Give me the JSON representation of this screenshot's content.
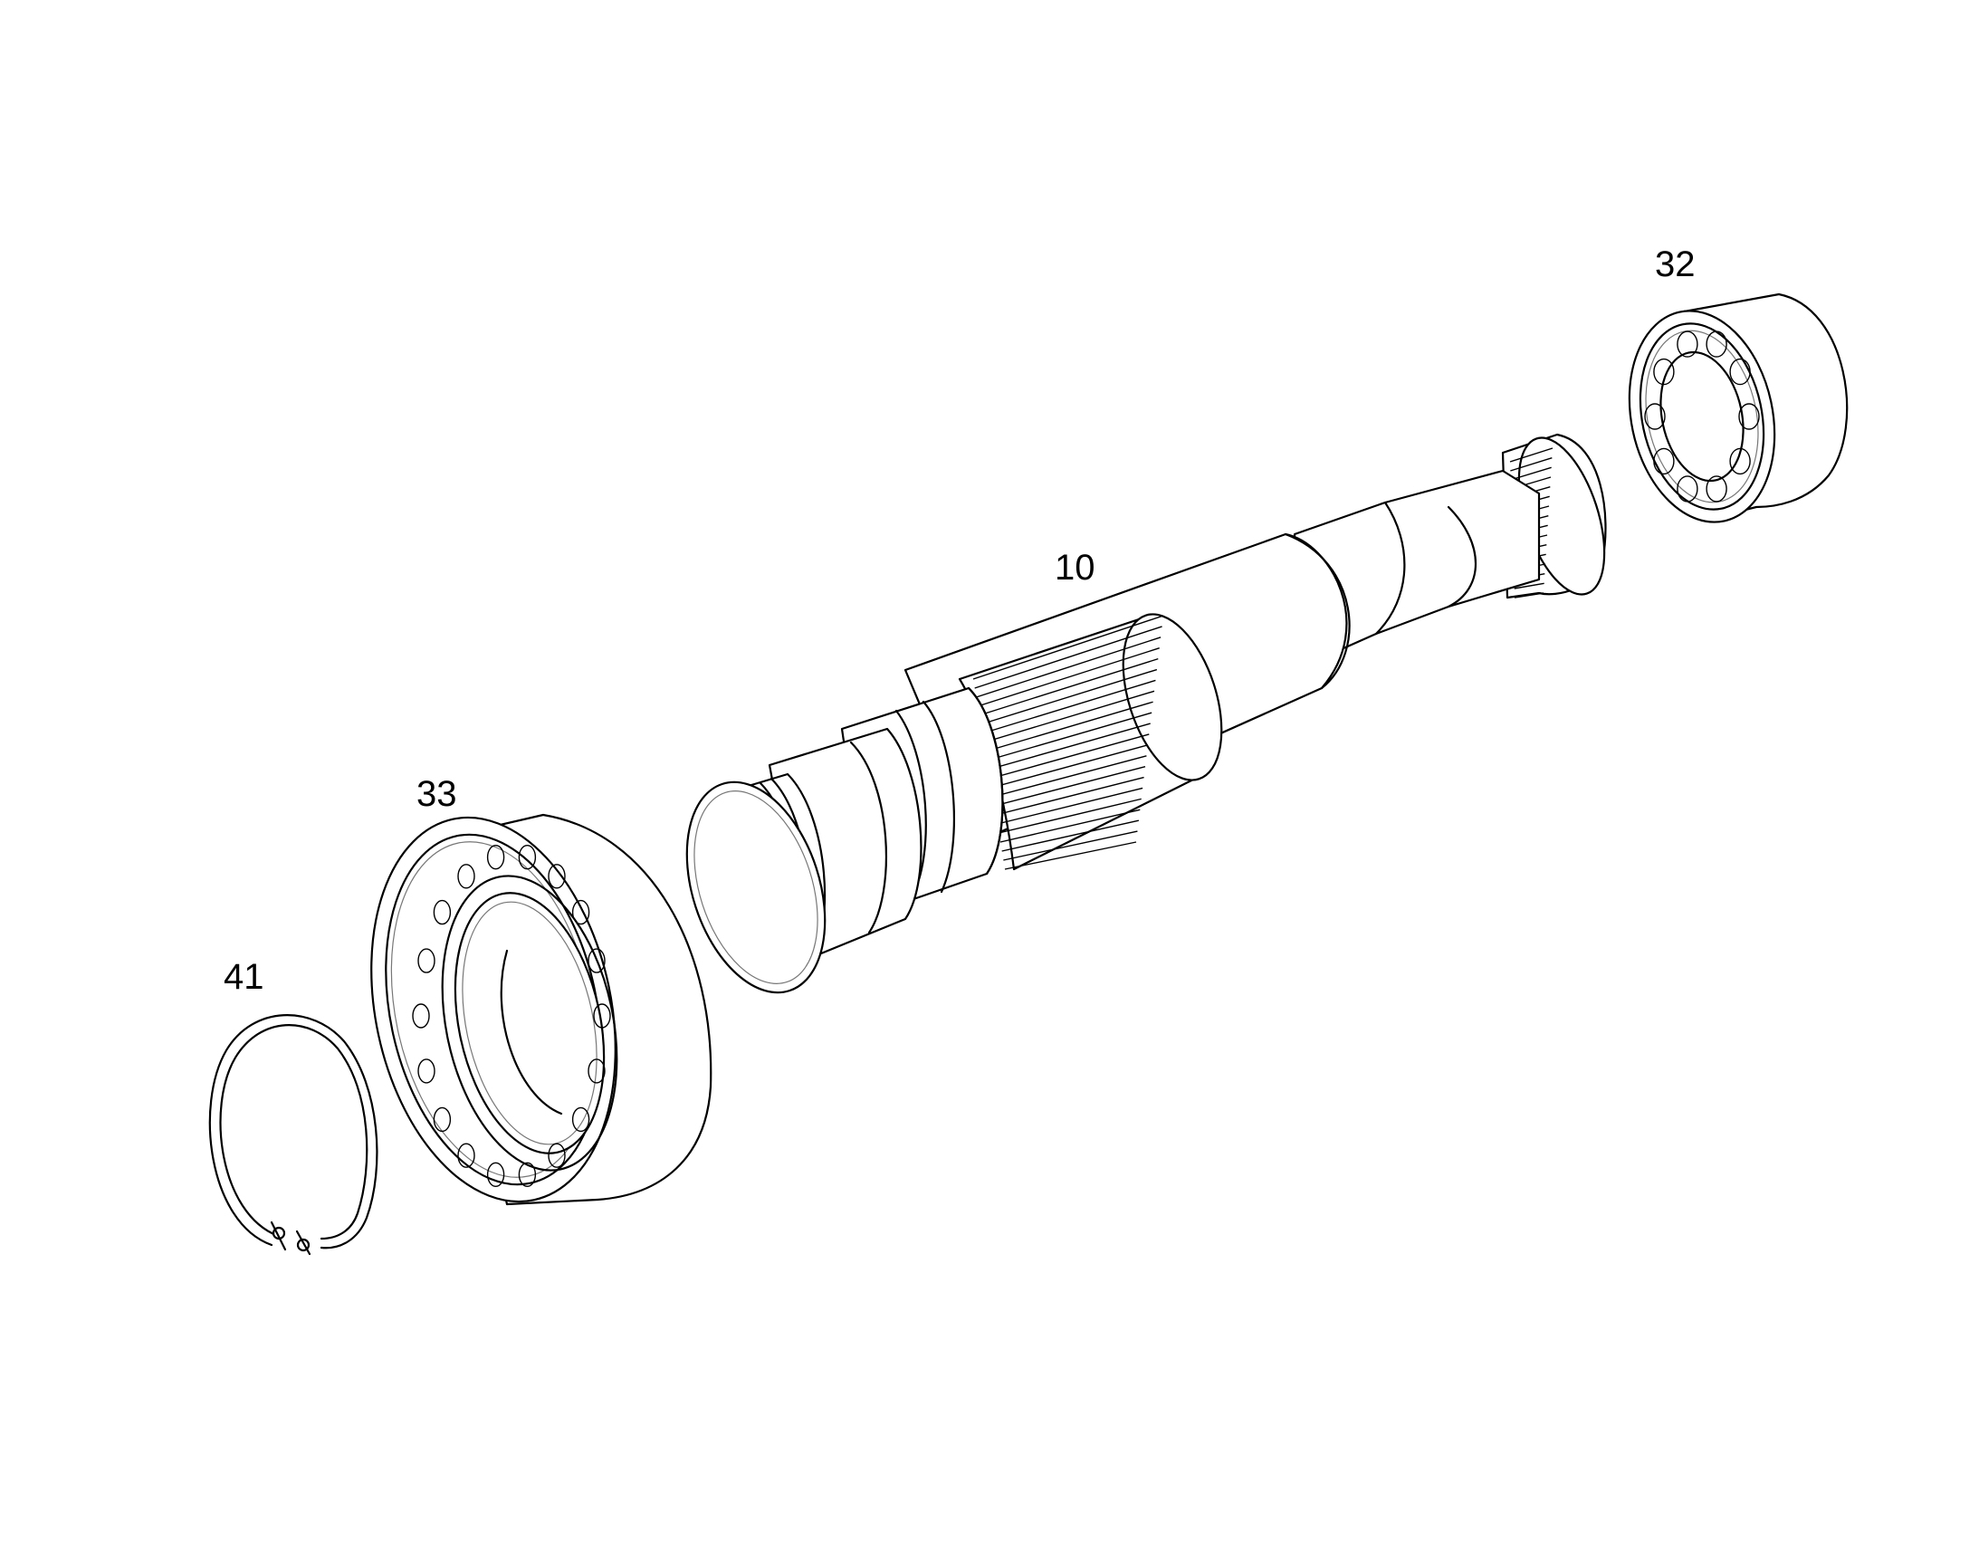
{
  "parts": [
    {
      "id": "shaft",
      "number": "10"
    },
    {
      "id": "roller-bearing-small",
      "number": "32"
    },
    {
      "id": "roller-bearing-large",
      "number": "33"
    },
    {
      "id": "retaining-ring",
      "number": "41"
    }
  ]
}
